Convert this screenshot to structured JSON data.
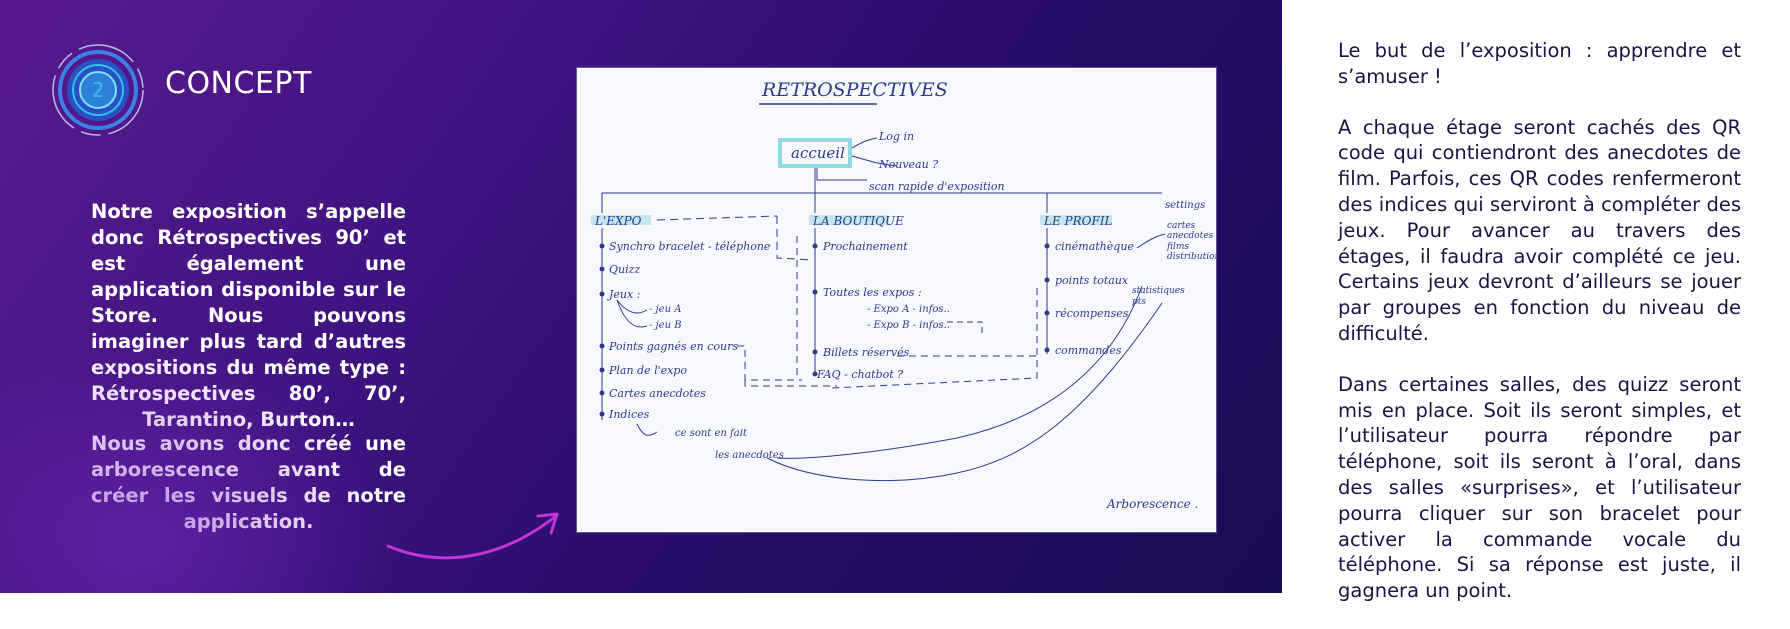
{
  "section": {
    "badge_number": "2",
    "title": "CONCEPT"
  },
  "left_text": {
    "paragraph1": "Notre exposition s’appelle donc Rétrospectives 90’ et est également une application disponible sur le Store. Nous pouvons imaginer plus tard d’autres expositions du même type : Rétrospectives 80’, 70’, Tarantino, Burton…",
    "paragraph2": "Nous avons donc créé une arborescence avant de créer les visuels de notre application."
  },
  "sketch": {
    "title": "RETROSPECTIVES",
    "root": "accueil",
    "root_links": [
      "Log in",
      "Nouveau ?",
      "scan rapide d'exposition"
    ],
    "settings": "settings",
    "col1": {
      "heading": "L'EXPO",
      "items": [
        "Synchro bracelet - téléphone",
        "Quizz",
        "Jeux :",
        "- jeu A",
        "- jeu B",
        "Points gagnés en cours",
        "Plan de l'expo",
        "Cartes anecdotes",
        "Indices"
      ],
      "note1": "ce sont en fait",
      "note2": "les anecdotes"
    },
    "col2": {
      "heading": "LA BOUTIQUE",
      "items": [
        "Prochainement",
        "Toutes les expos :",
        "- Expo A - infos..",
        "- Expo B - infos..",
        "Billets réservés",
        "FAQ - chatbot ?"
      ]
    },
    "col3": {
      "heading": "LE PROFIL",
      "items": [
        "cinémathèque",
        "points totaux",
        "récompenses",
        "commandes"
      ],
      "side1": [
        "cartes",
        "anecdotes",
        "films",
        "distribution"
      ],
      "side2": [
        "statistiques",
        "pts"
      ]
    },
    "signature": "Arborescence ."
  },
  "right_text": {
    "paragraph1": "Le but de l’exposition : apprendre et s’amuser !",
    "paragraph2": "A chaque étage seront cachés des QR code qui contiendront des anecdotes de film. Parfois, ces QR codes renfermeront des indices qui serviront à compléter des jeux. Pour avancer au travers des étages, il faudra avoir complété ce jeu. Certains jeux devront d’ailleurs se jouer par groupes en fonction du niveau de difficulté.",
    "paragraph3": "Dans certaines salles, des quizz seront mis en place. Soit ils seront simples, et l’utilisateur pourra répondre par téléphone, soit ils seront à l’oral, dans des salles «surprises», et l’utilisateur pourra cliquer sur son bracelet pour activer la commande vocale du téléphone. Si sa réponse est juste, il gagnera un point."
  },
  "colors": {
    "panel_dark": "#1a0b55",
    "panel_purple": "#5a1a8e",
    "accent_cyan": "#2ec4e6",
    "arrow_magenta": "#c433d6",
    "ink_blue": "#2d3a8c"
  }
}
